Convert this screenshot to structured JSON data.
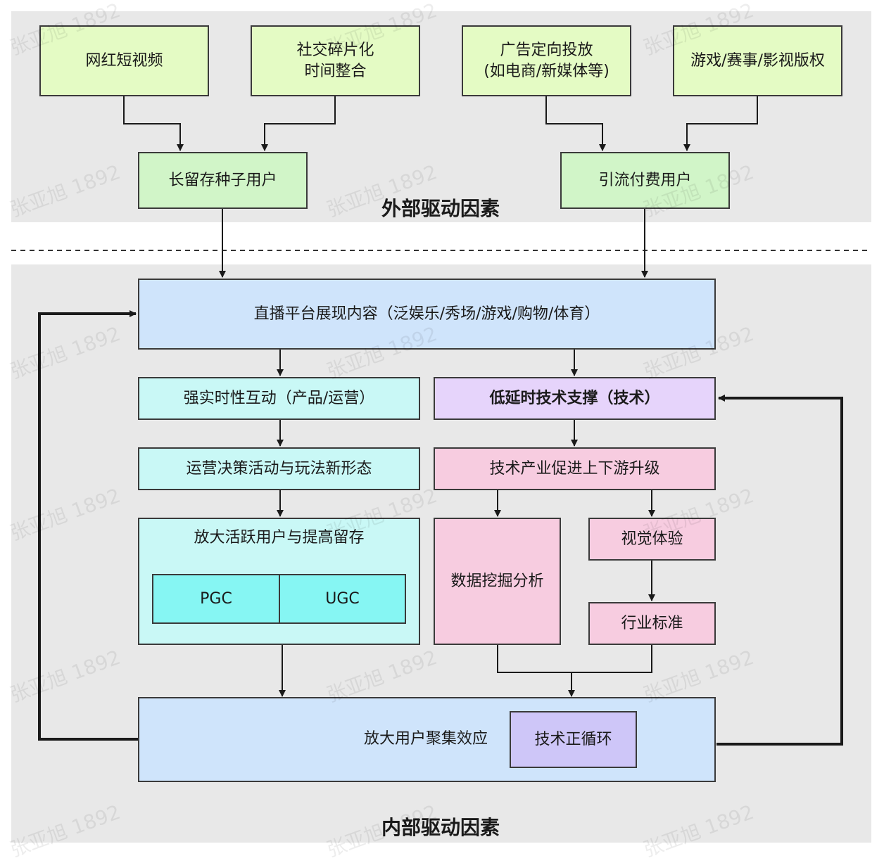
{
  "external": {
    "title": "外部驱动因素",
    "source1": "网红短视频",
    "source2": "社交碎片化\n时间整合",
    "source3": "广告定向投放\n(如电商/新媒体等)",
    "source4": "游戏/赛事/影视版权",
    "seed_users": "长留存种子用户",
    "paid_users": "引流付费用户"
  },
  "internal": {
    "title": "内部驱动因素",
    "platform": "直播平台展现内容（泛娱乐/秀场/游戏/购物/体育）",
    "interaction": "强实时性互动（产品/运营）",
    "operations": "运营决策活动与玩法新形态",
    "active": "放大活跃用户与提高留存",
    "pgc": "PGC",
    "ugc": "UGC",
    "low_latency": "低延时技术支撑（技术）",
    "upgrade": "技术产业促进上下游升级",
    "data_mining": "数据挖掘分析",
    "visual": "视觉体验",
    "standard": "行业标准",
    "aggregation": "放大用户聚集效应",
    "tech_cycle": "技术正循环"
  },
  "watermark": "张亚旭 1892"
}
